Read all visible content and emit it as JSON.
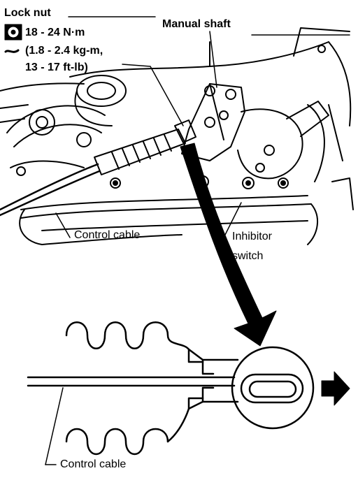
{
  "labels": {
    "lock_nut": "Lock nut",
    "torque_nm": "18 - 24 N·m",
    "torque_kgm": "(1.8 - 2.4 kg-m,",
    "torque_ftlb": "13 - 17 ft-lb)",
    "manual_shaft": "Manual shaft",
    "control_cable_top": "Control cable",
    "inhibitor": "Inhibitor",
    "switch": "switch",
    "control_cable_bottom": "Control cable"
  },
  "icons": {
    "torque_symbol": "torque-wrench-icon",
    "dash_symbol": "dash-icon",
    "arrow": "right-arrow-icon"
  },
  "colors": {
    "ink": "#000000",
    "paper": "#ffffff"
  }
}
